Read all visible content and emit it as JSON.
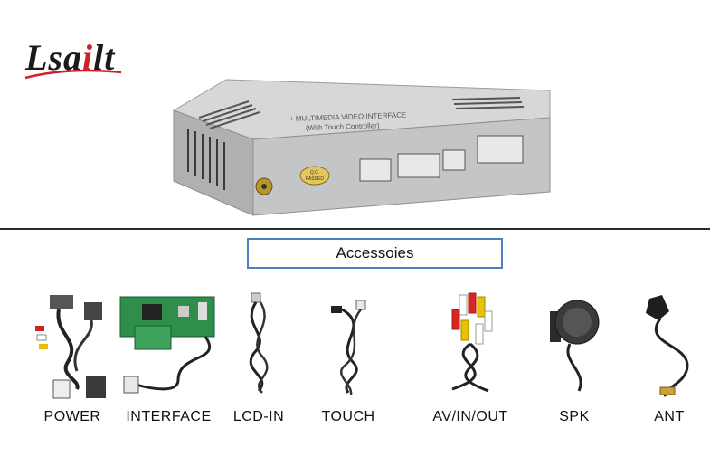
{
  "logo": {
    "text_main": "Lsa",
    "text_accent": "i",
    "text_end": "lt"
  },
  "device": {
    "top_label_1": "+ MULTIMEDIA VIDEO INTERFACE",
    "top_label_2": "(With Touch Controller)",
    "sticker_1": "Q.C.",
    "sticker_2": "PASSED"
  },
  "section": {
    "title": "Accessoies"
  },
  "accessories": [
    {
      "label": "POWER"
    },
    {
      "label": "INTERFACE"
    },
    {
      "label": "LCD-IN"
    },
    {
      "label": "TOUCH"
    },
    {
      "label": "AV/IN/OUT"
    },
    {
      "label": "SPK"
    },
    {
      "label": "ANT"
    }
  ],
  "colors": {
    "accent": "#d21e26",
    "box_border": "#4b7fbf",
    "divider": "#2b2b2b"
  }
}
